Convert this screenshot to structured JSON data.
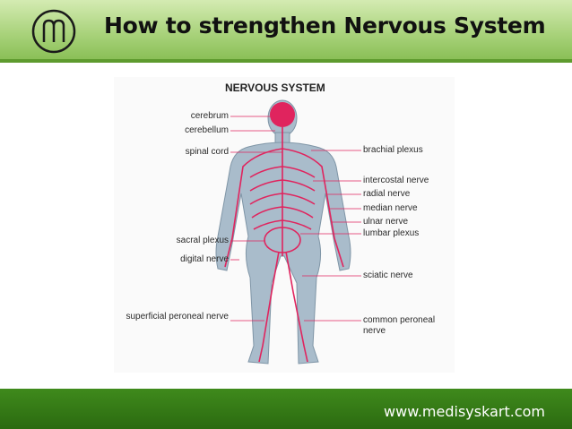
{
  "header": {
    "title": "How to strengthen Nervous System",
    "logo_icon": "m-circle-logo-icon"
  },
  "diagram": {
    "title": "NERVOUS SYSTEM",
    "labels_left": [
      "cerebrum",
      "cerebellum",
      "spinal cord",
      "sacral plexus",
      "digital nerve",
      "superficial peroneal nerve"
    ],
    "labels_right": [
      "brachial plexus",
      "intercostal nerve",
      "radial nerve",
      "median nerve",
      "ulnar nerve",
      "lumbar plexus",
      "sciatic nerve",
      "common peroneal nerve"
    ]
  },
  "footer": {
    "website": "www.medisyskart.com"
  },
  "colors": {
    "header_green": "#a8d27a",
    "footer_green": "#2b6a10",
    "nerve_red": "#e0245e",
    "body_blue": "#9fb4c4"
  }
}
